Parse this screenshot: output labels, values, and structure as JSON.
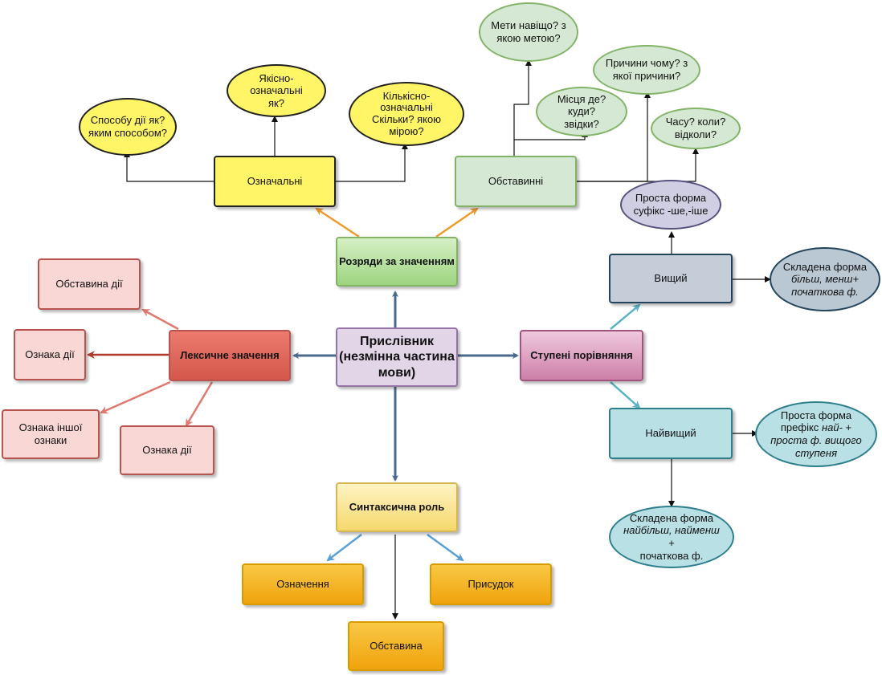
{
  "colors": {
    "blue_arrow": "#4a6a8c",
    "orange_arrow": "#f09a2c",
    "red_arrow": "#b03a2e",
    "pink_arrow": "#e07a6e",
    "cyan_arrow": "#5ab3c3",
    "lightblue_arrow": "#5aa0d5",
    "black_line": "#111111"
  },
  "center": {
    "label": "Прислівник (незмінна частина мови)"
  },
  "rozriady": {
    "label": "Розряди за значенням",
    "oznachalni": {
      "label": "Означальні",
      "sposobu": "Способу дії як? яким способом?",
      "yakisno": "Якісно-означальні як?",
      "kilkisno": "Кількісно-означальні Скільки? якою мірою?"
    },
    "obstavynni": {
      "label": "Обставинні",
      "mety": "Мети навіщо? з якою метою?",
      "mistsia": "Місця де? куди? звідки?",
      "prychyny": "Причини чому? з якої причини?",
      "chasu": "Часу? коли? відколи?"
    }
  },
  "leksychne": {
    "label": "Лексичне значення",
    "obstavyna_dii": "Обставина дії",
    "oznaka_dii_1": "Ознака дії",
    "oznaka_inshoi": "Ознака іншої ознаки",
    "oznaka_dii_2": "Ознака дії"
  },
  "stupeni": {
    "label": "Ступені порівняння",
    "vyshchyi": "Вищий",
    "prosta_vyshch": "Проста форма суфікс -ше,-іше",
    "skladena_vyshch_a": "Складена форма",
    "skladena_vyshch_b": "більш, менш+",
    "skladena_vyshch_c": "початкова ф.",
    "naivyshchyi": "Найвищий",
    "prosta_naivyshch_a": "Проста форма префікс",
    "prosta_naivyshch_b": "най-",
    "prosta_naivyshch_c": " +",
    "prosta_naivyshch_d": "проста ф. вищого ступеня",
    "skladena_naivyshch_a": "Складена форма",
    "skladena_naivyshch_b": "найбільш, найменш",
    "skladena_naivyshch_c": " +",
    "skladena_naivyshch_d": "початкова ф."
  },
  "syntaksychna": {
    "label": "Синтаксична роль",
    "oznachennia": "Означення",
    "prysudok": "Присудок",
    "obstavyna": "Обставина"
  }
}
